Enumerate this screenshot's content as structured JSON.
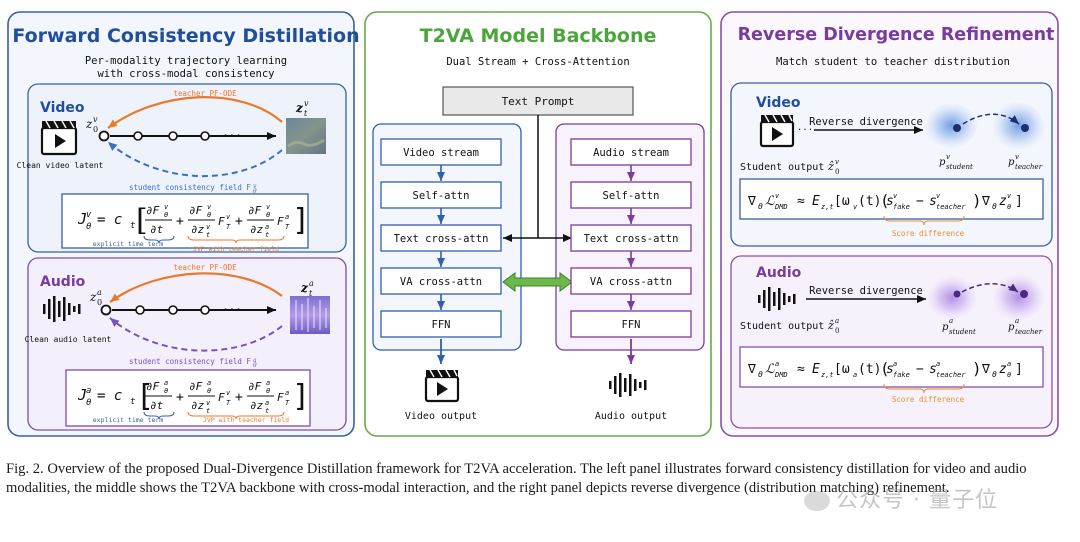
{
  "left_panel": {
    "title": "Forward Consistency Distillation",
    "subtitle_1": "Per-modality trajectory learning",
    "subtitle_2": "with cross-modal consistency",
    "video": {
      "label": "Video",
      "latent_caption": "Clean video latent",
      "teacher_label": "teacher PF-ODE",
      "student_label": "student consistency field F",
      "z0": "z",
      "zt": "z",
      "ellipsis": "...",
      "formula_left": "J",
      "formula_eq": "= c",
      "time_term_label": "explicit time term",
      "jvp_label": "JVP with teacher field"
    },
    "audio": {
      "label": "Audio",
      "latent_caption": "Clean audio latent",
      "teacher_label": "teacher PF-ODE",
      "student_label": "student consistency field F",
      "z0": "z",
      "zt": "z",
      "ellipsis": "...",
      "formula_left": "J",
      "formula_eq": "= c",
      "time_term_label": "explicit time term",
      "jvp_label": "JVP with teacher field"
    }
  },
  "middle_panel": {
    "title": "T2VA Model Backbone",
    "subtitle": "Dual Stream + Cross-Attention",
    "text_prompt": "Text Prompt",
    "video_stream": [
      "Video stream",
      "Self-attn",
      "Text cross-attn",
      "VA cross-attn",
      "FFN"
    ],
    "audio_stream": [
      "Audio stream",
      "Self-attn",
      "Text cross-attn",
      "VA cross-attn",
      "FFN"
    ],
    "video_output": "Video output",
    "audio_output": "Audio output"
  },
  "right_panel": {
    "title": "Reverse Divergence Refinement",
    "subtitle": "Match student to teacher distribution",
    "video": {
      "label": "Video",
      "arrow_label": "Reverse divergence",
      "ellipsis": "...",
      "student_output": "Student output",
      "p_student": "p",
      "p_teacher": "p",
      "score_label": "Score difference"
    },
    "audio": {
      "label": "Audio",
      "arrow_label": "Reverse divergence",
      "student_output": "Student output",
      "p_student": "p",
      "p_teacher": "p",
      "score_label": "Score difference"
    }
  },
  "caption": "Fig. 2.   Overview of the proposed Dual-Divergence Distillation framework for T2VA acceleration. The left panel illustrates forward consistency distillation for video and audio modalities, the middle shows the T2VA backbone with cross-modal interaction, and the right panel depicts reverse divergence (distribution matching) refinement.",
  "watermark": "公众号 · 量子位",
  "colors": {
    "left_border": "#3a5fa0",
    "middle_border": "#6aa84f",
    "right_border": "#8a4fb0",
    "title_blue": "#1f4e9c",
    "title_green": "#4aa53a",
    "title_purple": "#7a3ba0",
    "teacher_orange": "#e87a2a",
    "student_blue": "#3a6fc4",
    "student_purple": "#7a4fc4",
    "score_orange": "#e8902a",
    "va_arrow_green": "#6db84a"
  }
}
